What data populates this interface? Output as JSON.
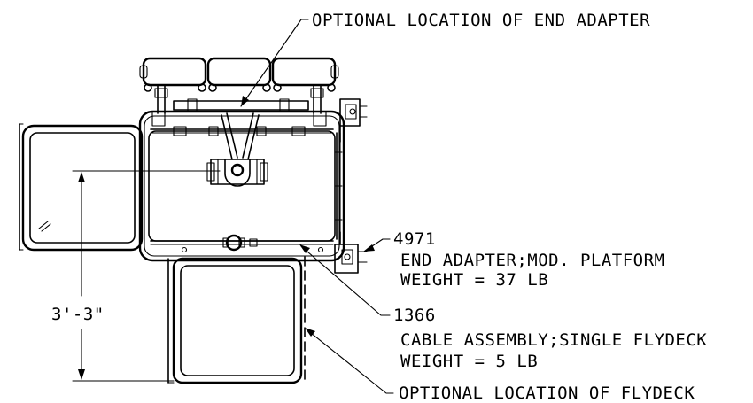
{
  "callouts": {
    "end_adapter_option": "OPTIONAL LOCATION OF END ADAPTER",
    "end_adapter": {
      "part_number": "4971",
      "description": "END ADAPTER;MOD. PLATFORM",
      "weight": "WEIGHT = 37 LB"
    },
    "cable_assembly": {
      "part_number": "1366",
      "description": "CABLE ASSEMBLY;SINGLE FLYDECK",
      "weight": "WEIGHT = 5 LB"
    },
    "flydeck_option": "OPTIONAL LOCATION OF FLYDECK"
  },
  "dimension": {
    "height_label": "3'-3\""
  }
}
